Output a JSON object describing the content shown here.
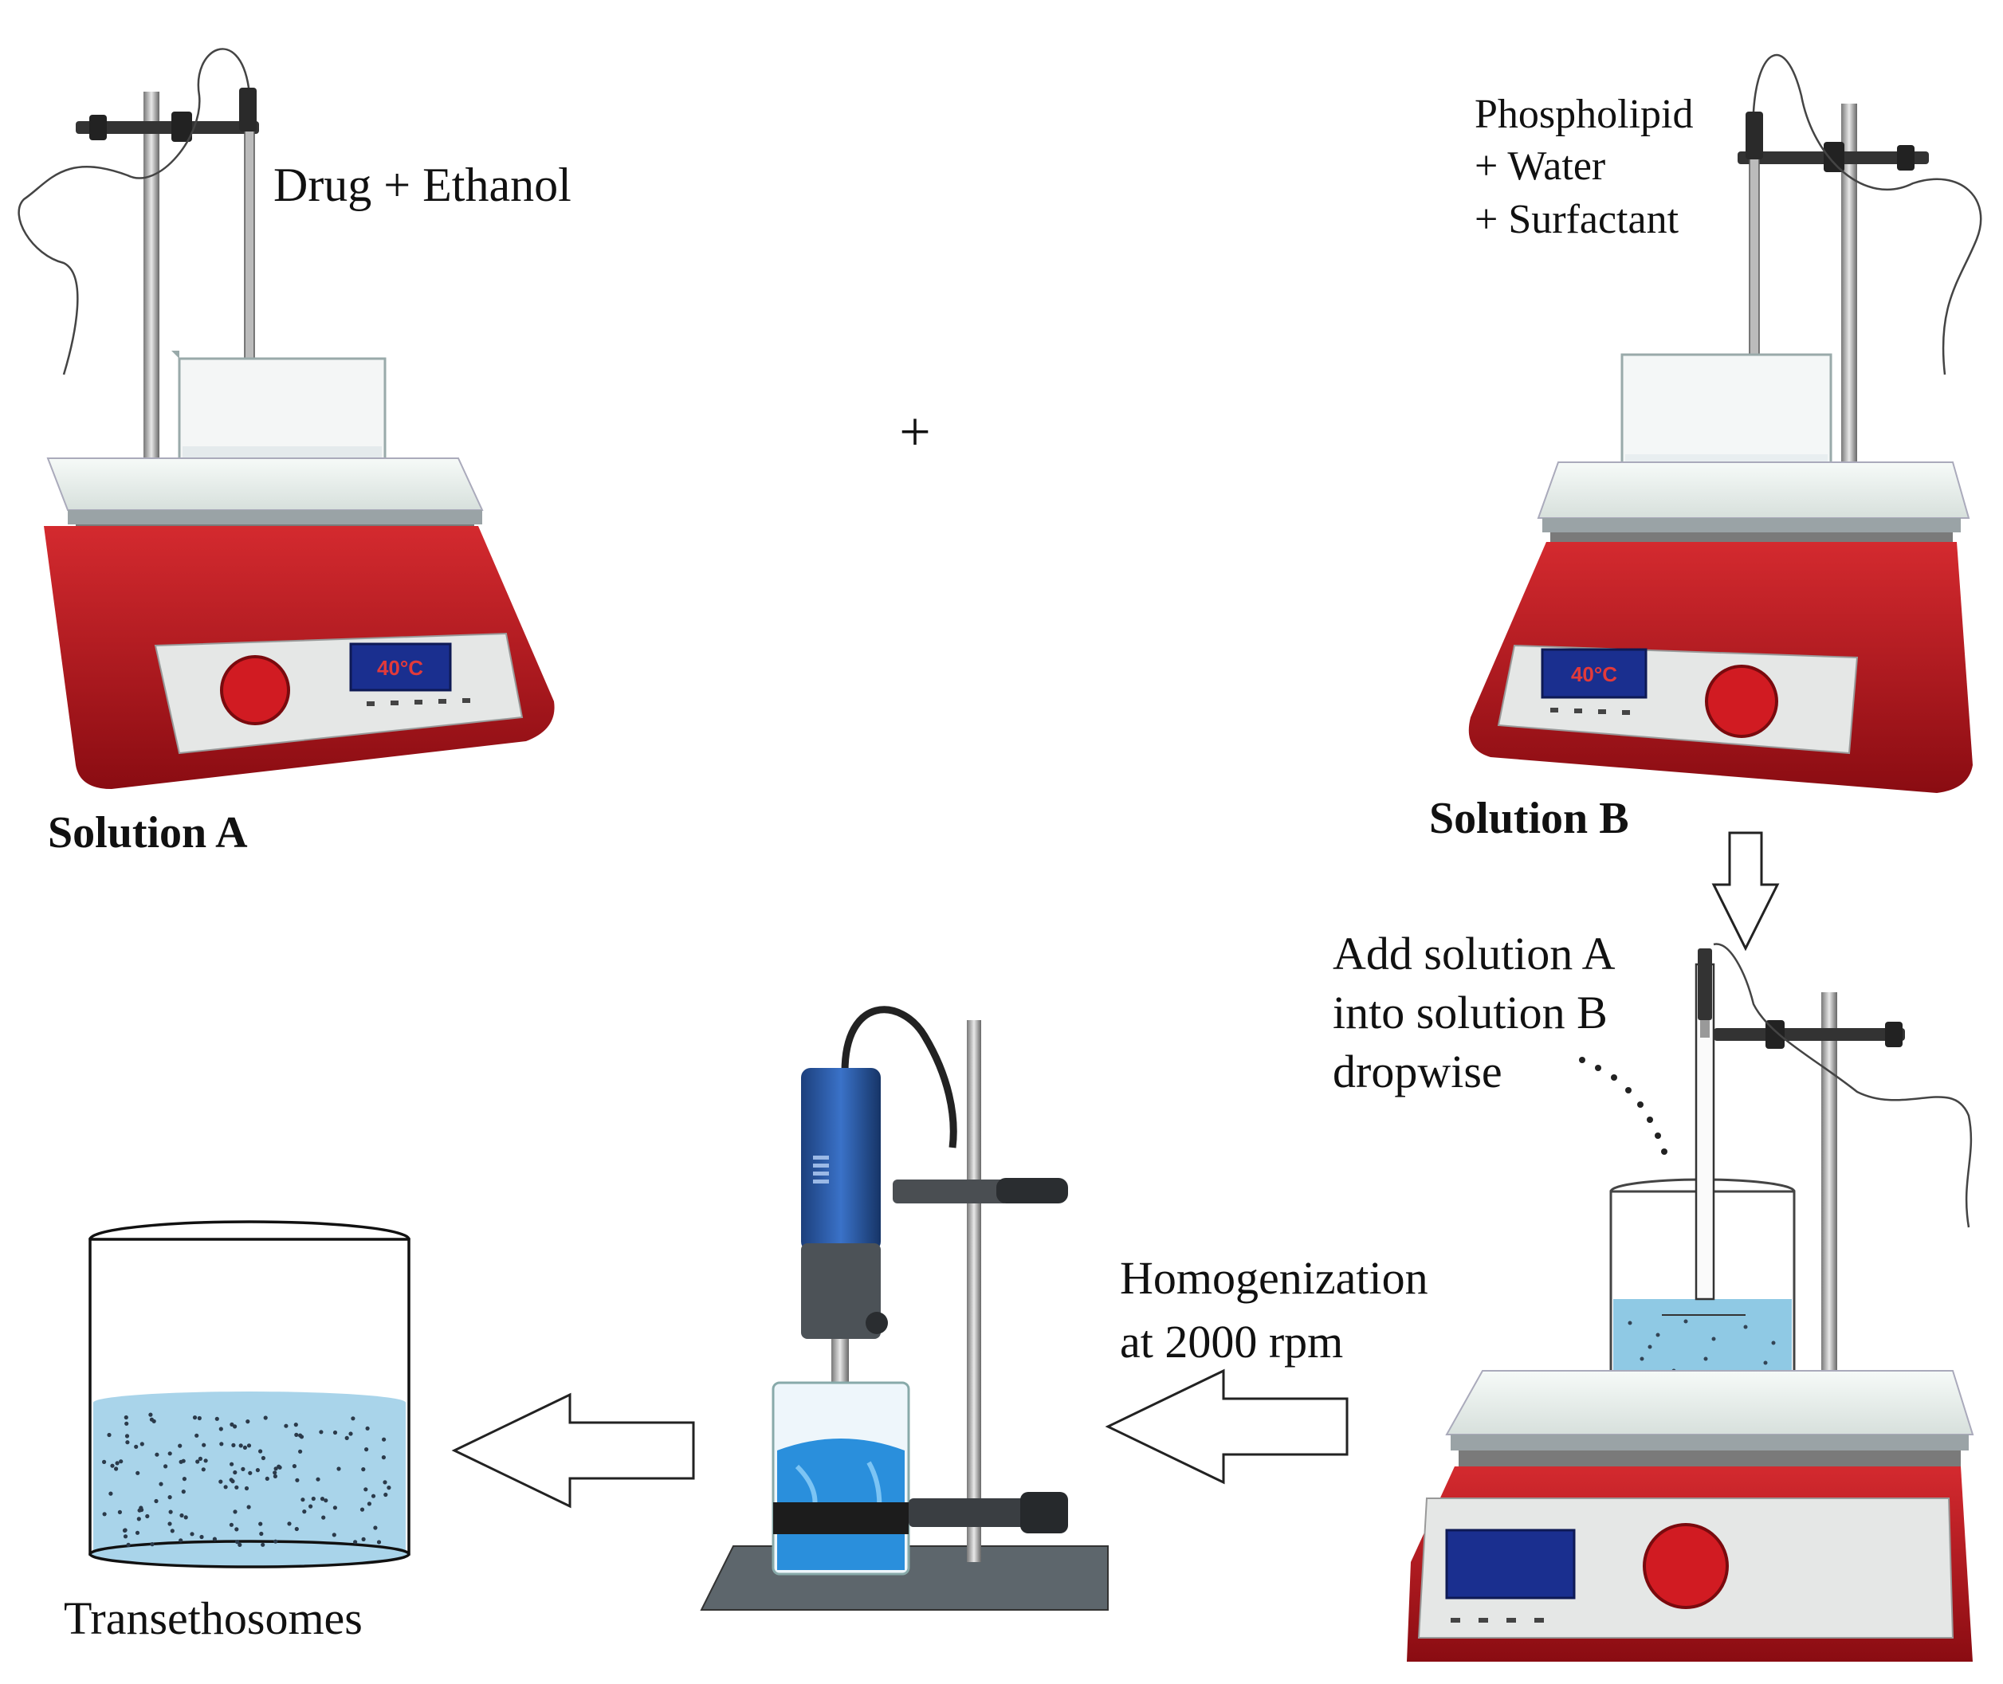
{
  "labels": {
    "solution_a_contents": "Drug + Ethanol",
    "solution_a_name": "Solution A",
    "plus_sign": "+",
    "solution_b_contents": [
      "Phospholipid",
      "+ Water",
      "+ Surfactant"
    ],
    "solution_b_name": "Solution B",
    "add_step": [
      "Add solution A",
      "into solution B",
      "dropwise"
    ],
    "homogenization_step": [
      "Homogenization",
      "at 2000 rpm"
    ],
    "product_name": "Transethosomes"
  },
  "displays": {
    "hotplate_a_temp": "40°C",
    "hotplate_b_temp": "40°C"
  },
  "colors": {
    "hotplate_body": "#b5121b",
    "hotplate_top": "#eef3f1",
    "display_blue": "#1a2f8f",
    "liquid_blue": "#8fc9e4",
    "homogenizer_body": "#2a5aa8",
    "beaker_liquid_blue": "#2a8fdc"
  },
  "icons": [
    "hotplate-stirrer-icon",
    "beaker-icon",
    "ring-stand-icon",
    "homogenizer-icon",
    "hollow-arrow-icon"
  ]
}
